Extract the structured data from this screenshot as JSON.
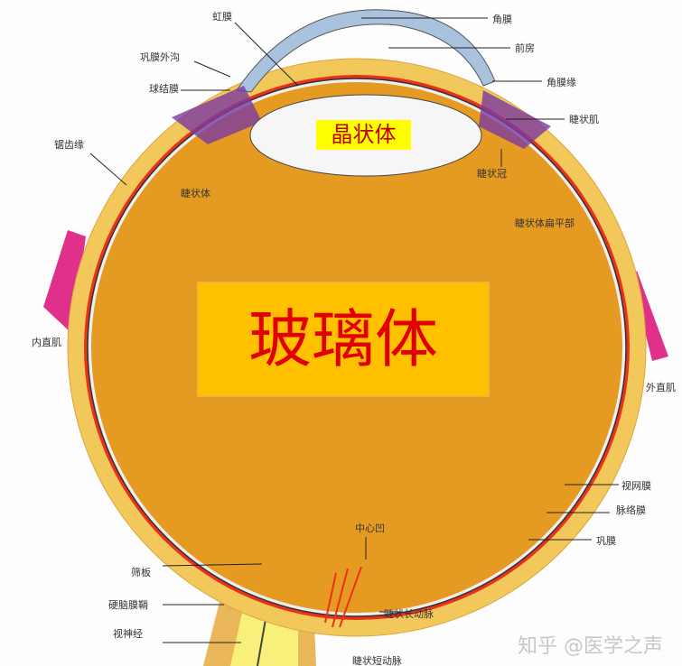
{
  "title_labels": {
    "lens": "晶状体",
    "vitreous": "玻璃体"
  },
  "labels": {
    "iris": "虹膜",
    "cornea": "角膜",
    "anterior_chamber": "前房",
    "scleral_sulcus": "巩膜外沟",
    "conjunctiva": "球结膜",
    "limbus": "角膜缘",
    "ciliary_muscle": "睫状肌",
    "ora_serrata": "锯齿缘",
    "ciliary_body": "睫状体",
    "ciliary_corona": "睫状冠",
    "pars_plana": "睫状体扁平部",
    "medial_rectus": "内直肌",
    "lateral_rectus": "外直肌",
    "retina": "视网膜",
    "choroid": "脉络膜",
    "sclera": "巩膜",
    "fovea": "中心凹",
    "lamina_cribrosa": "筛板",
    "dural_sheath": "硬脑膜鞘",
    "optic_nerve": "视神经",
    "long_ciliary_artery": "睫状长动脉",
    "short_ciliary_artery": "睫状短动脉"
  },
  "watermark": "知乎 @医学之声",
  "colors": {
    "vitreous": "#e59a22",
    "sclera": "#f3c85a",
    "choroid": "#e8321a",
    "cornea": "#a9c3de",
    "muscle": "#e0308a",
    "label_box": "#ffc000",
    "label_text": "#e00000"
  }
}
